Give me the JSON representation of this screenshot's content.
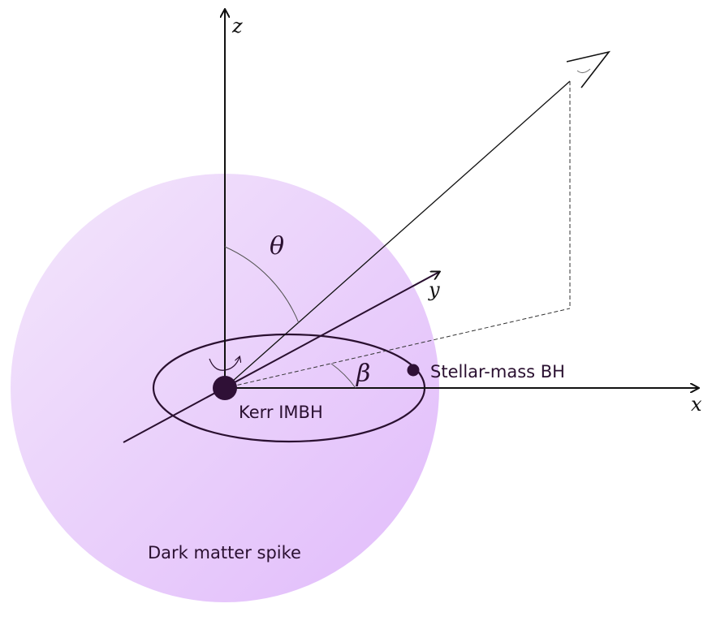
{
  "labels": {
    "z_axis": "z",
    "y_axis": "y",
    "x_axis": "x",
    "theta": "θ",
    "beta": "β",
    "kerr": "Kerr IMBH",
    "stellar": "Stellar-mass BH",
    "spike": "Dark matter spike"
  },
  "colors": {
    "sphere_light": "#f1e0fb",
    "sphere_dark": "#e3bffb",
    "bh_fill": "#2f1036",
    "line": "#2a1030"
  }
}
